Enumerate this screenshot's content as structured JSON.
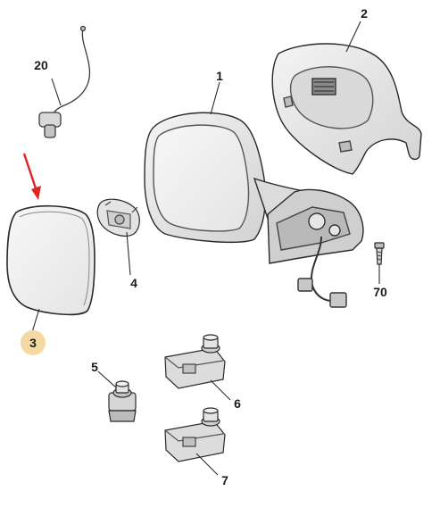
{
  "callouts": {
    "c1": "1",
    "c2": "2",
    "c3": "3",
    "c4": "4",
    "c5": "5",
    "c6": "6",
    "c7": "7",
    "c20": "20",
    "c70": "70"
  },
  "colors": {
    "line": "#2a2a2a",
    "part_fill": "#ececec",
    "part_shade": "#cfcfcf",
    "glass_fill": "#f3f3f3",
    "highlight_badge": "#f5d9a3",
    "pointer_arrow": "#e02424"
  }
}
